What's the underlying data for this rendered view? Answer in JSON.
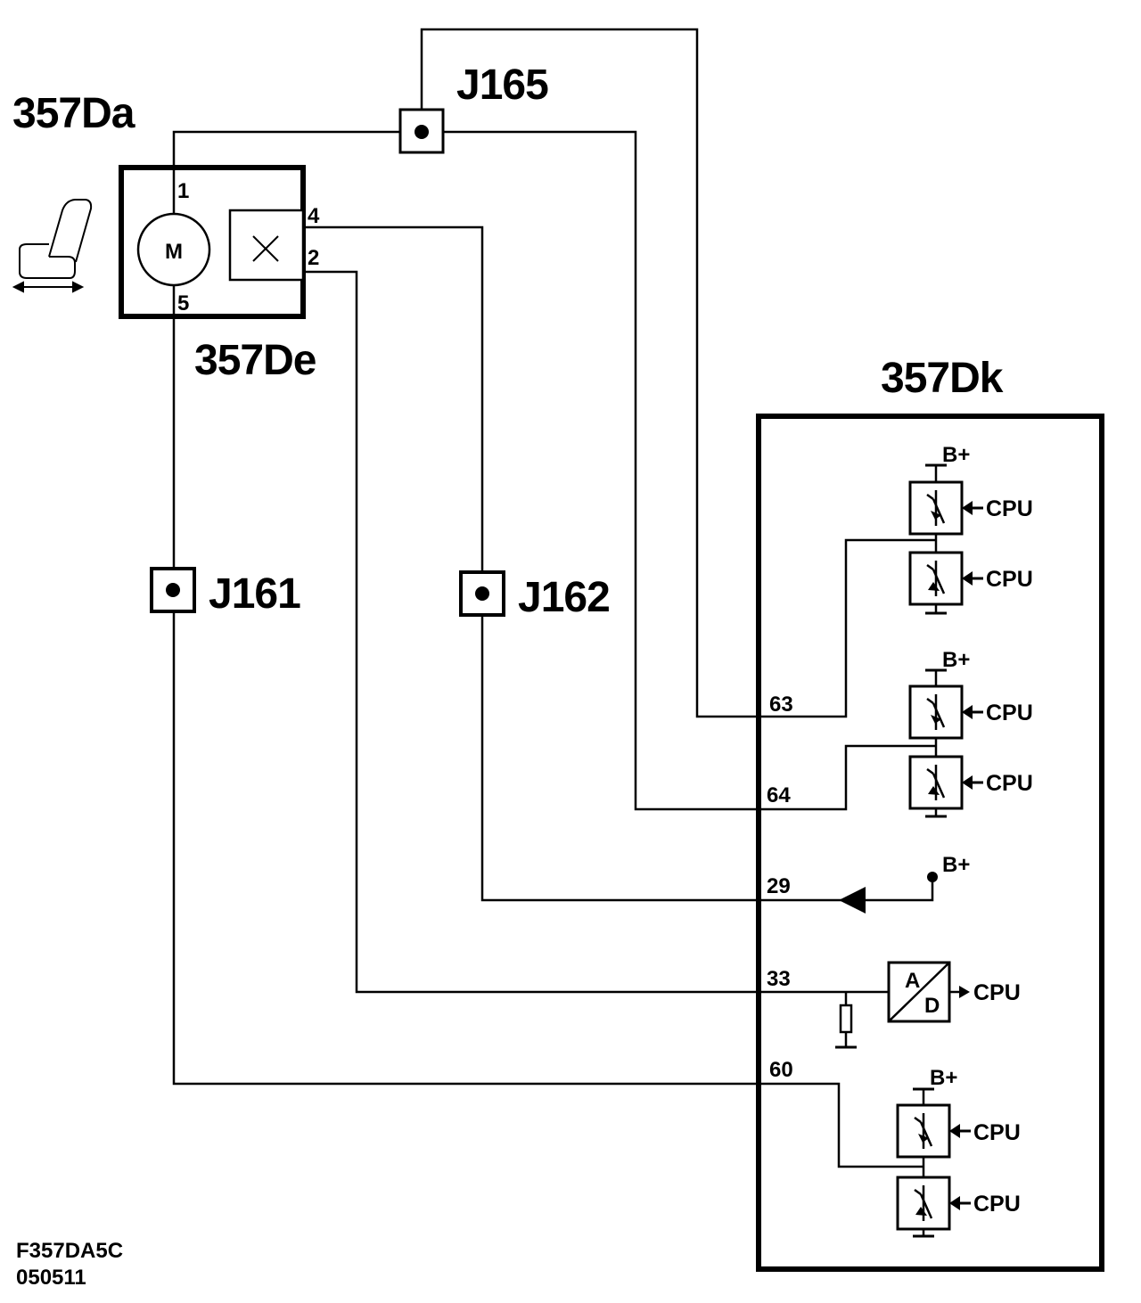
{
  "labels": {
    "seat_motor_unit": "357Da",
    "sensor_connector": "357De",
    "control_module": "357Dk",
    "junction_j165": "J165",
    "junction_j161": "J161",
    "junction_j162": "J162",
    "motor_symbol": "M",
    "ad_a": "A",
    "ad_d": "D"
  },
  "motor_pins": {
    "p1": "1",
    "p5": "5",
    "p4": "4",
    "p2": "2"
  },
  "module_pins": {
    "p63": "63",
    "p64": "64",
    "p29": "29",
    "p33": "33",
    "p60": "60"
  },
  "supply_label": "B+",
  "cpu_label": "CPU",
  "footer": {
    "code": "F357DA5C",
    "date": "050511"
  }
}
